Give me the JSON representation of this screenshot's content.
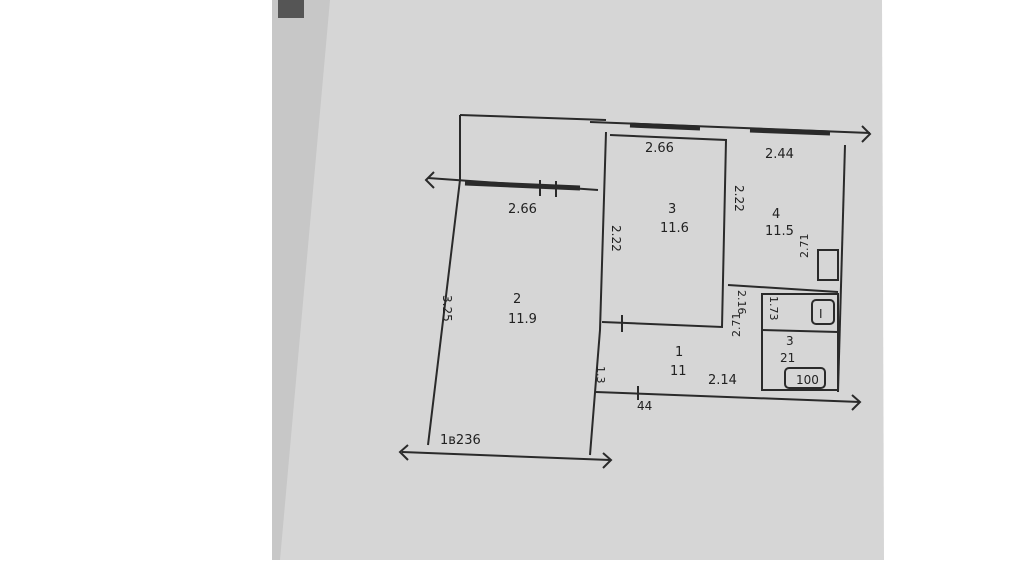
{
  "colors": {
    "paper": "#d9d9d9",
    "paper_edge": "#cfcfcf",
    "ink": "#2a2a2a",
    "background": "#ffffff"
  },
  "plan": {
    "rooms": [
      {
        "number": "1",
        "area": "11"
      },
      {
        "number": "2",
        "area": "11.9"
      },
      {
        "number": "3",
        "area": "11.6"
      },
      {
        "number": "4",
        "area": "11.5"
      },
      {
        "number": "3",
        "area": "21"
      }
    ],
    "dimensions": {
      "top_left_window": "2.66",
      "top_middle": "2.66",
      "top_right": "2.44",
      "room3_height": "2.22",
      "room4_height": "2.22",
      "room2_height": "3.25",
      "hall_width": "2.14",
      "bottom_small": "44",
      "bottom_left": "1в236",
      "bath_top": "1.73",
      "bath_side": "2.16",
      "hall_left": "1.3",
      "kitchen_side": "2.71",
      "wc_side": "2.71"
    },
    "fixtures": {
      "bathtub": "100",
      "toilet": "I"
    }
  }
}
